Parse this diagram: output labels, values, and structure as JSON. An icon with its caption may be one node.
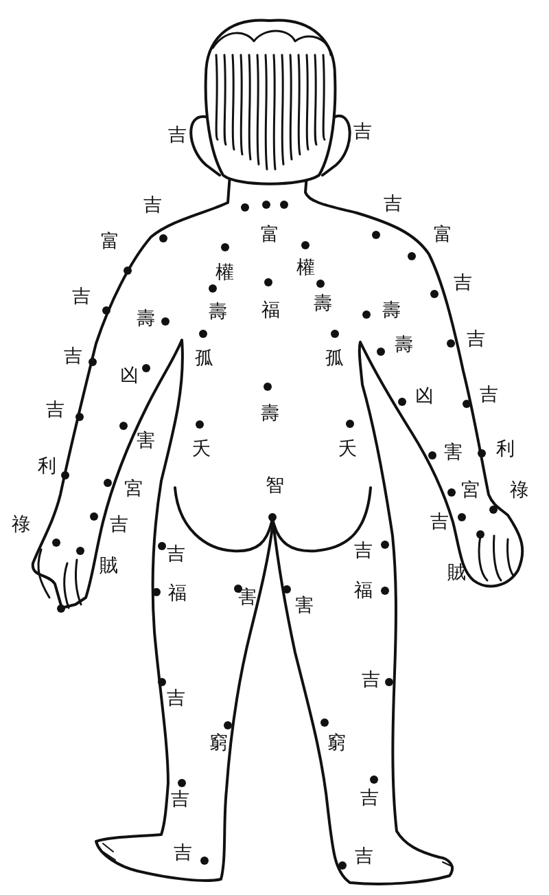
{
  "diagram": {
    "labels": [
      "吉",
      "吉",
      "吉",
      "吉",
      "富",
      "富",
      "富",
      "權",
      "權",
      "吉",
      "吉",
      "壽",
      "壽",
      "福",
      "壽",
      "壽",
      "吉",
      "孤",
      "孤",
      "壽",
      "吉",
      "凶",
      "凶",
      "吉",
      "吉",
      "壽",
      "害",
      "夭",
      "夭",
      "害",
      "利",
      "利",
      "宮",
      "智",
      "宮",
      "祿",
      "祿",
      "吉",
      "吉",
      "賊",
      "吉",
      "吉",
      "賊",
      "福",
      "害",
      "害",
      "福",
      "吉",
      "吉",
      "窮",
      "窮",
      "吉",
      "吉",
      "吉",
      "吉"
    ]
  }
}
